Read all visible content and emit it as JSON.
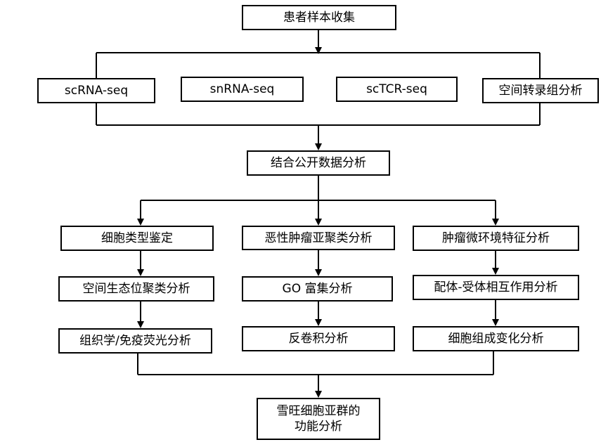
{
  "stage1": {
    "collect": "患者样本收集"
  },
  "stage2": {
    "methods": [
      "scRNA-seq",
      "snRNA-seq",
      "scTCR-seq",
      "空间转录组分析"
    ]
  },
  "stage3": {
    "integrate": "结合公开数据分析"
  },
  "branches": {
    "left": [
      "细胞类型鉴定",
      "空间生态位聚类分析",
      "组织学/免疫荧光分析"
    ],
    "middle": [
      "恶性肿瘤亚聚类分析",
      "GO 富集分析",
      "反卷积分析"
    ],
    "right": [
      "肿瘤微环境特征分析",
      "配体-受体相互作用分析",
      "细胞组成变化分析"
    ]
  },
  "final": {
    "line1": "雪旺细胞亚群的",
    "line2": "功能分析"
  }
}
